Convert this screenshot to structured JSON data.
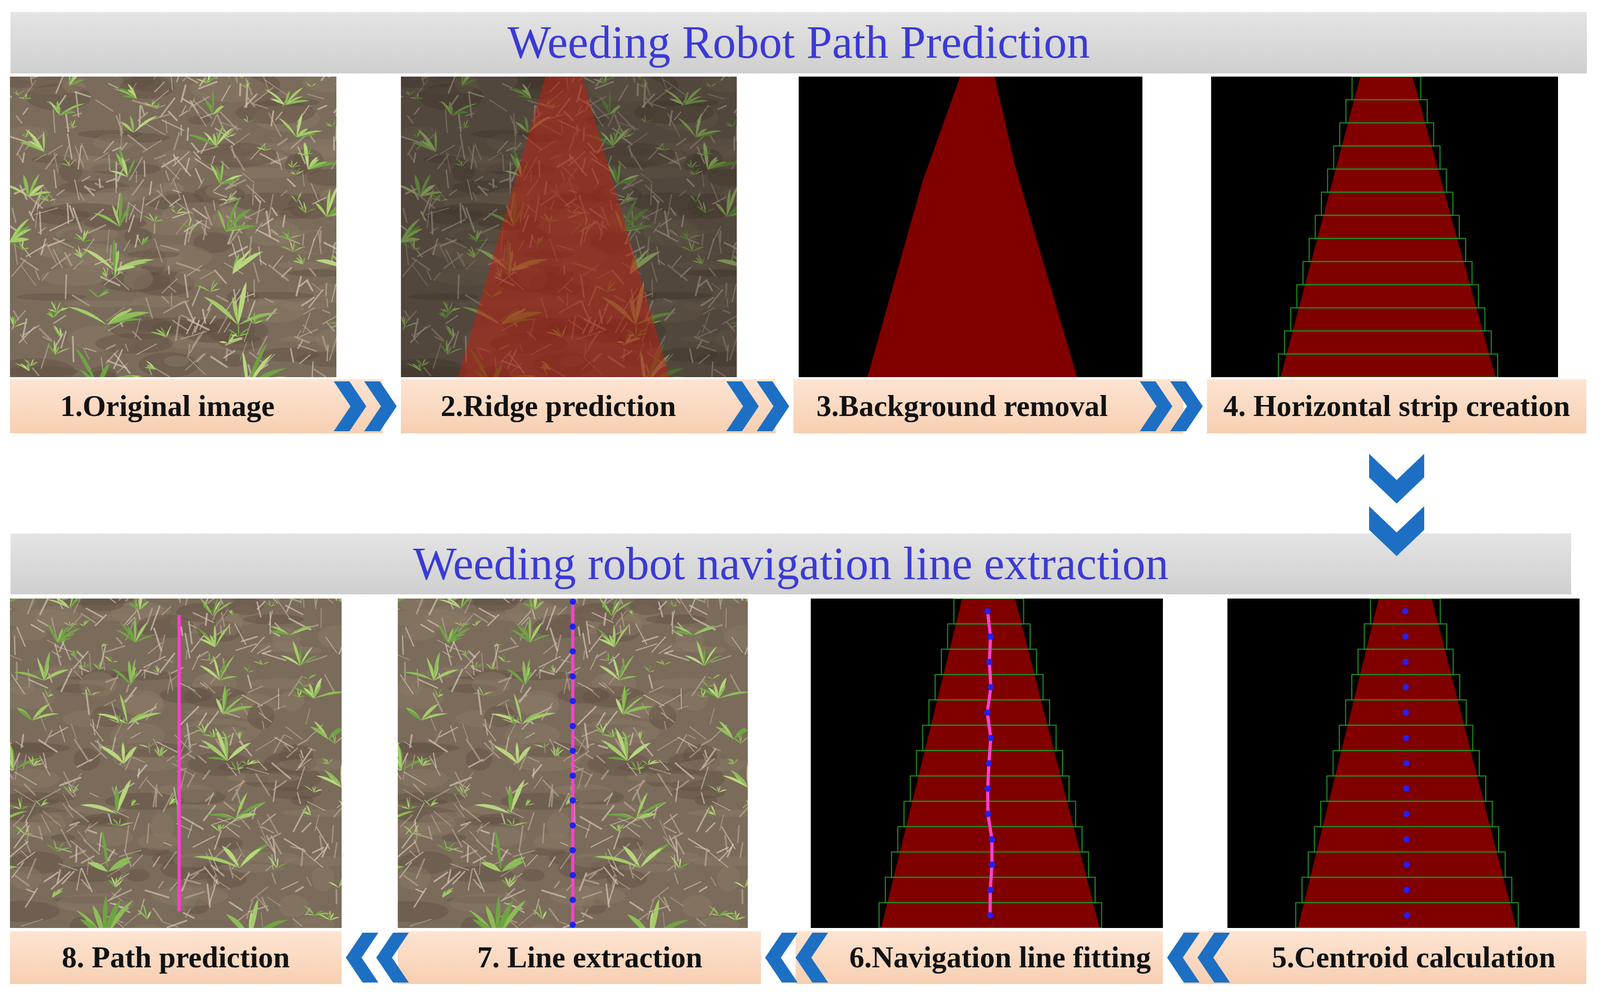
{
  "diagram": {
    "nodes": [
      {
        "text": [
          "Weeding Robot Path Prediction"
        ]
      },
      {
        "text": [
          "1.Original image"
        ]
      },
      {
        "text": [
          "2.Ridge prediction"
        ]
      },
      {
        "text": [
          "3.Background removal"
        ]
      },
      {
        "text": [
          "4. Horizontal strip creation"
        ]
      },
      {
        "text": [
          "Weeding robot navigation line extraction"
        ]
      },
      {
        "text": [
          "5.Centroid calculation"
        ]
      },
      {
        "text": [
          "6.Navigation line fitting"
        ]
      },
      {
        "text": [
          "7. Line extraction"
        ]
      },
      {
        "text": [
          "8. Path prediction"
        ]
      }
    ],
    "edges": [
      {
        "from": 1,
        "to": 2,
        "arrow": "to"
      },
      {
        "from": 2,
        "to": 3,
        "arrow": "to"
      },
      {
        "from": 3,
        "to": 4,
        "arrow": "to"
      },
      {
        "from": 4,
        "to": 6,
        "arrow": "to"
      },
      {
        "from": 6,
        "to": 7,
        "arrow": "to"
      },
      {
        "from": 7,
        "to": 8,
        "arrow": "to"
      },
      {
        "from": 8,
        "to": 9,
        "arrow": "to"
      }
    ]
  }
}
